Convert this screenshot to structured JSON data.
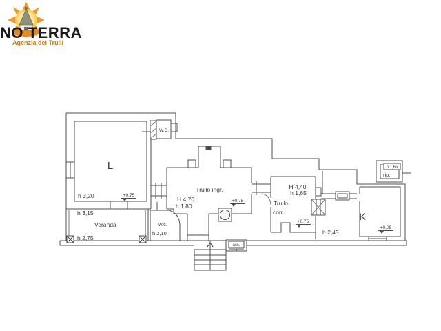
{
  "logo": {
    "title": "NO TERRA",
    "subtitle": "Agenzia dei Trulli"
  },
  "rooms": {
    "l": {
      "name": "L",
      "height": "h 3,20",
      "level": "+0,75"
    },
    "wc_top": {
      "name": "W.C."
    },
    "veranda": {
      "name": "Veranda",
      "height_upper": "h 3,15",
      "height_lower": "h 2,75"
    },
    "wc_lower": {
      "name": "w.c.",
      "height": "h 2,10"
    },
    "trullo_ingresso": {
      "name": "Trullo ingr.",
      "height_max": "H 4,70",
      "height_min": "h 1,80",
      "level": "+0,75"
    },
    "trullo_corridoio": {
      "name_line1": "Trullo",
      "name_line2": "corr.",
      "height_max": "H 4,40",
      "height_min": "h 1,65",
      "level": "+0,75"
    },
    "k": {
      "name": "K",
      "height": "h 2,45",
      "level": "+0,05"
    },
    "ripostiglio": {
      "name": "rip.",
      "height": "h 1,65"
    },
    "accesso": {
      "name": "acc."
    }
  },
  "colors": {
    "plan_line": "#4f4f4f",
    "text": "#3c3c3c",
    "sun": "#f29111",
    "sun_glow": "#ffcf5e",
    "logo_subtitle": "#bf7c1e"
  }
}
